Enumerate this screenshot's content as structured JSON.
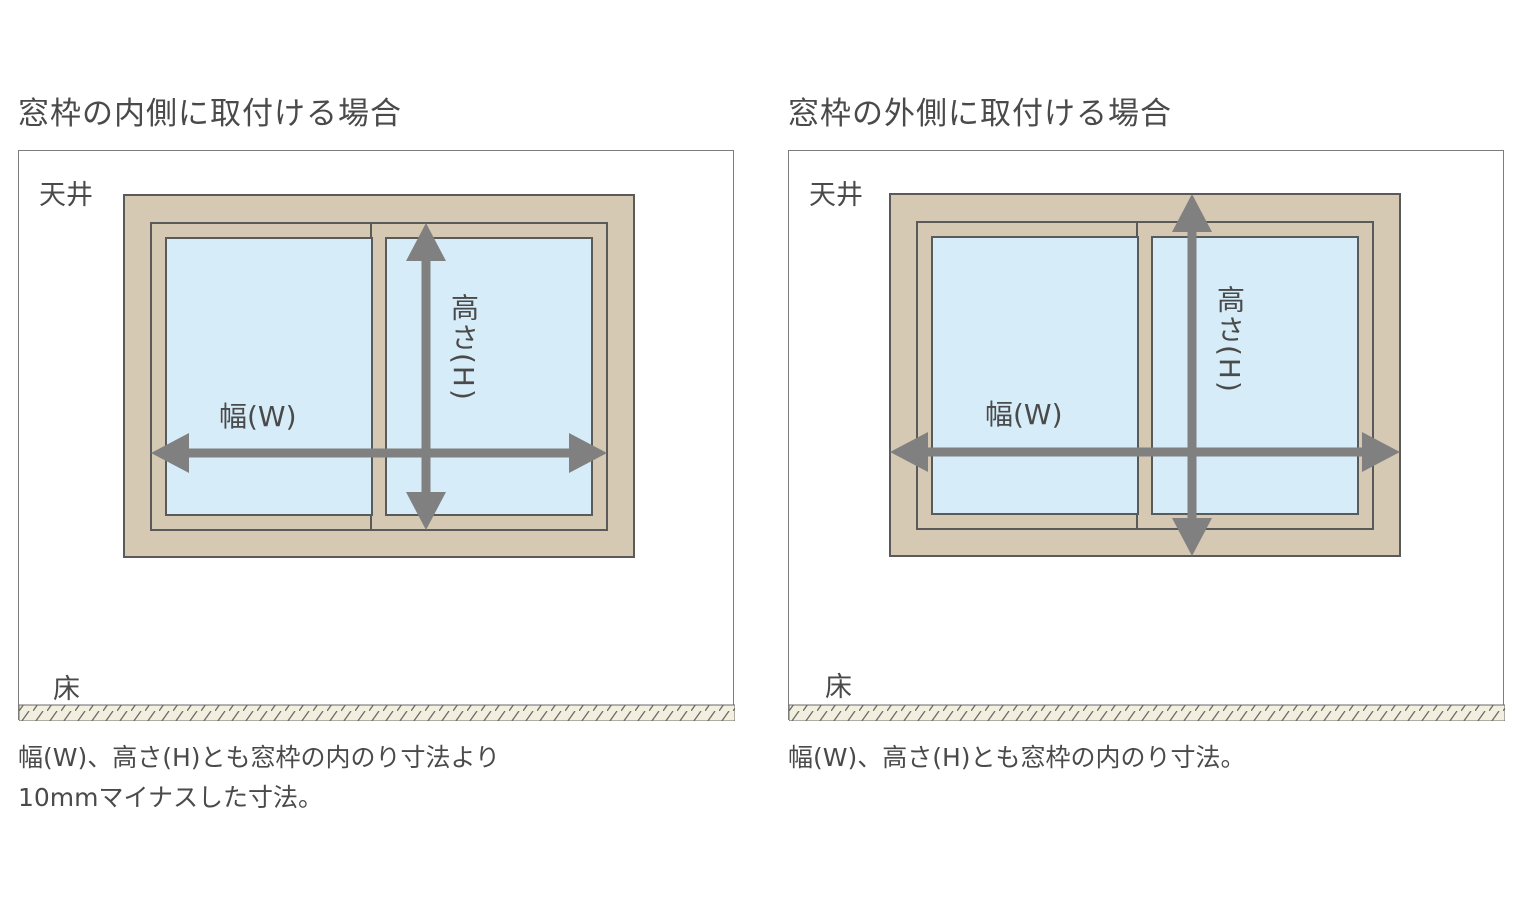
{
  "left": {
    "heading": "窓枠の内側に取付ける場合",
    "ceiling_label": "天井",
    "floor_label": "床",
    "width_label": "幅(W)",
    "height_label": "高さ(H)",
    "caption_line1": "幅(W)、高さ(H)とも窓枠の内のり寸法より",
    "caption_line2": "10mmマイナスした寸法。"
  },
  "right": {
    "heading": "窓枠の外側に取付ける場合",
    "ceiling_label": "天井",
    "floor_label": "床",
    "width_label": "幅(W)",
    "height_label": "高さ(H)",
    "caption_line1": "幅(W)、高さ(H)とも窓枠の内のり寸法。"
  },
  "colors": {
    "frame": "#d6c9b3",
    "glass": "#d6ecf8",
    "outline": "#5a5a5a",
    "arrow": "#808080",
    "floor_hatch": "#f3efdf"
  },
  "icons": {
    "width_arrow": "double-arrow-horizontal-icon",
    "height_arrow": "double-arrow-vertical-icon",
    "floor": "floor-hatch-icon"
  }
}
